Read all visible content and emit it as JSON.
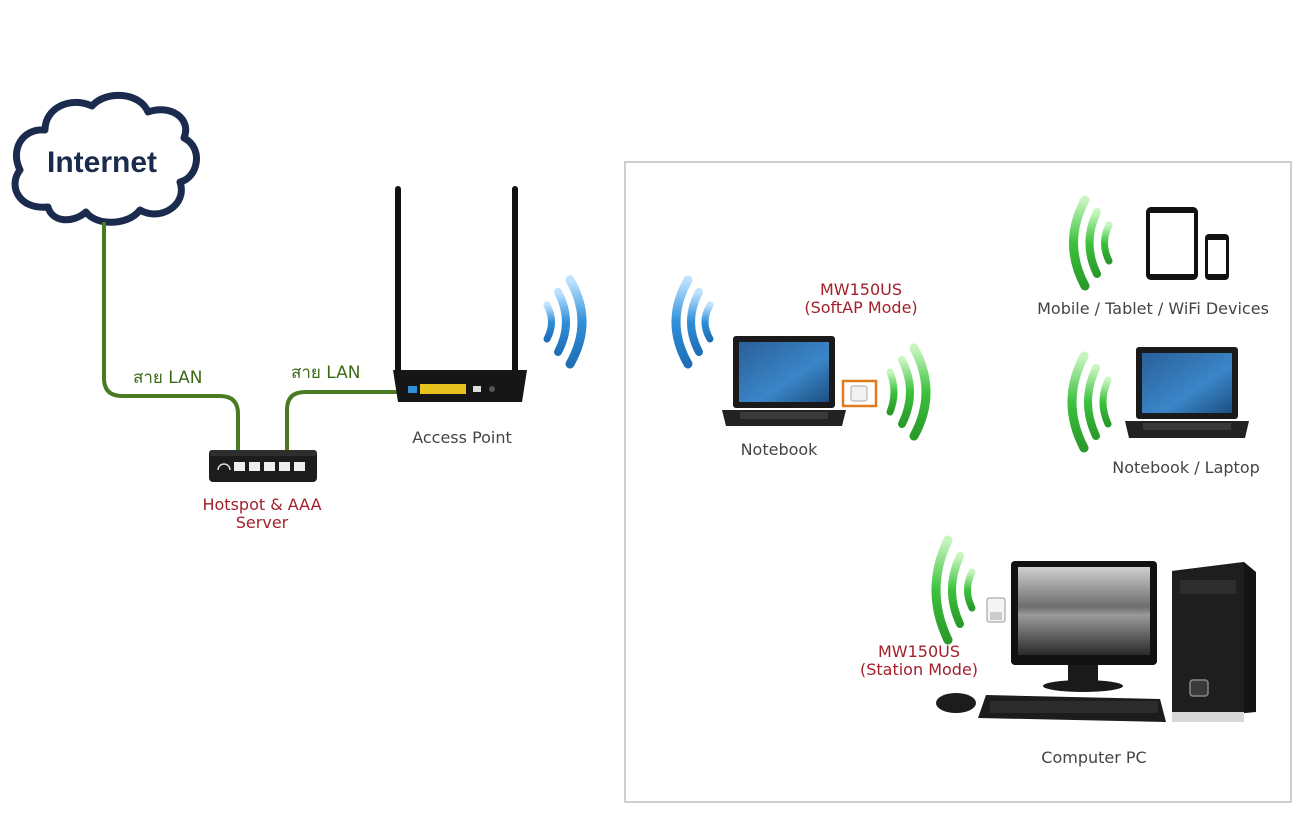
{
  "internet": {
    "label": "Internet"
  },
  "links": {
    "lan_1": "สาย LAN",
    "lan_2": "สาย LAN"
  },
  "server": {
    "label_line1": "Hotspot & AAA",
    "label_line2": "Server"
  },
  "access_point": {
    "label": "Access Point"
  },
  "notebook_softap": {
    "label": "Notebook",
    "adapter_model": "MW150US",
    "adapter_mode": "(SoftAP Mode)"
  },
  "mobile_devices": {
    "label": "Mobile / Tablet / WiFi Devices"
  },
  "notebook_laptop": {
    "label": "Notebook / Laptop"
  },
  "computer_pc": {
    "label": "Computer PC",
    "adapter_model": "MW150US",
    "adapter_mode": "(Station Mode)"
  },
  "colors": {
    "cable": "#4a7a22",
    "cloud_outline": "#1b2b4d",
    "wave_blue": "#2f8fd8",
    "wave_green": "#3cc23c",
    "accent_red": "#a3202a",
    "adapter_highlight": "#e07a1f"
  }
}
